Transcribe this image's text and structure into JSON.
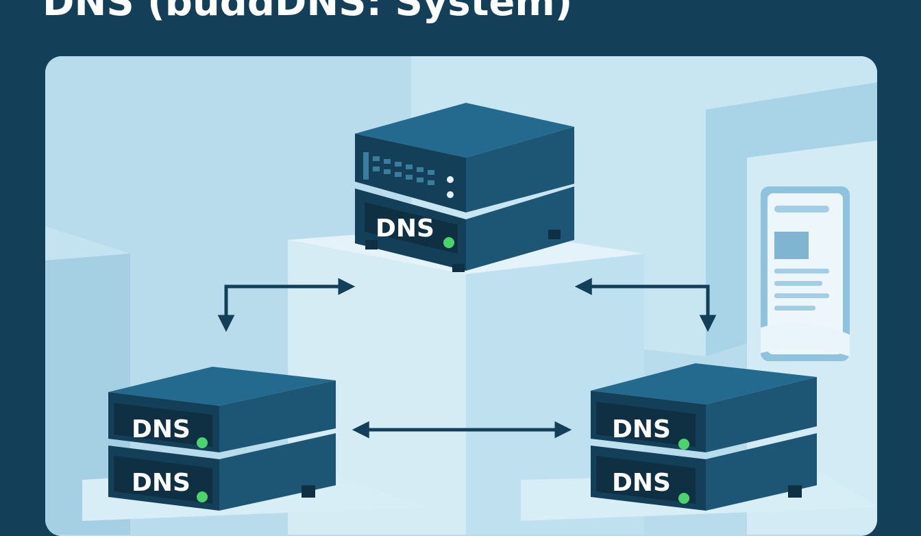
{
  "header": {
    "title": "DNS (buddDNS: System)"
  },
  "diagram": {
    "servers": {
      "top": {
        "label": "DNS"
      },
      "bottom_left": {
        "upper_label": "DNS",
        "lower_label": "DNS"
      },
      "bottom_right": {
        "upper_label": "DNS",
        "lower_label": "DNS"
      }
    }
  },
  "colors": {
    "background": "#133f58",
    "panel": "#b7dced",
    "server_body": "#1c5674",
    "server_top": "#236a8e",
    "server_front": "#133f58",
    "status_led": "#4bd36c",
    "arrow": "#133f58"
  },
  "icons": [
    "document-icon",
    "status-led-icon",
    "double-arrow-icon",
    "elbow-arrow-icon"
  ]
}
